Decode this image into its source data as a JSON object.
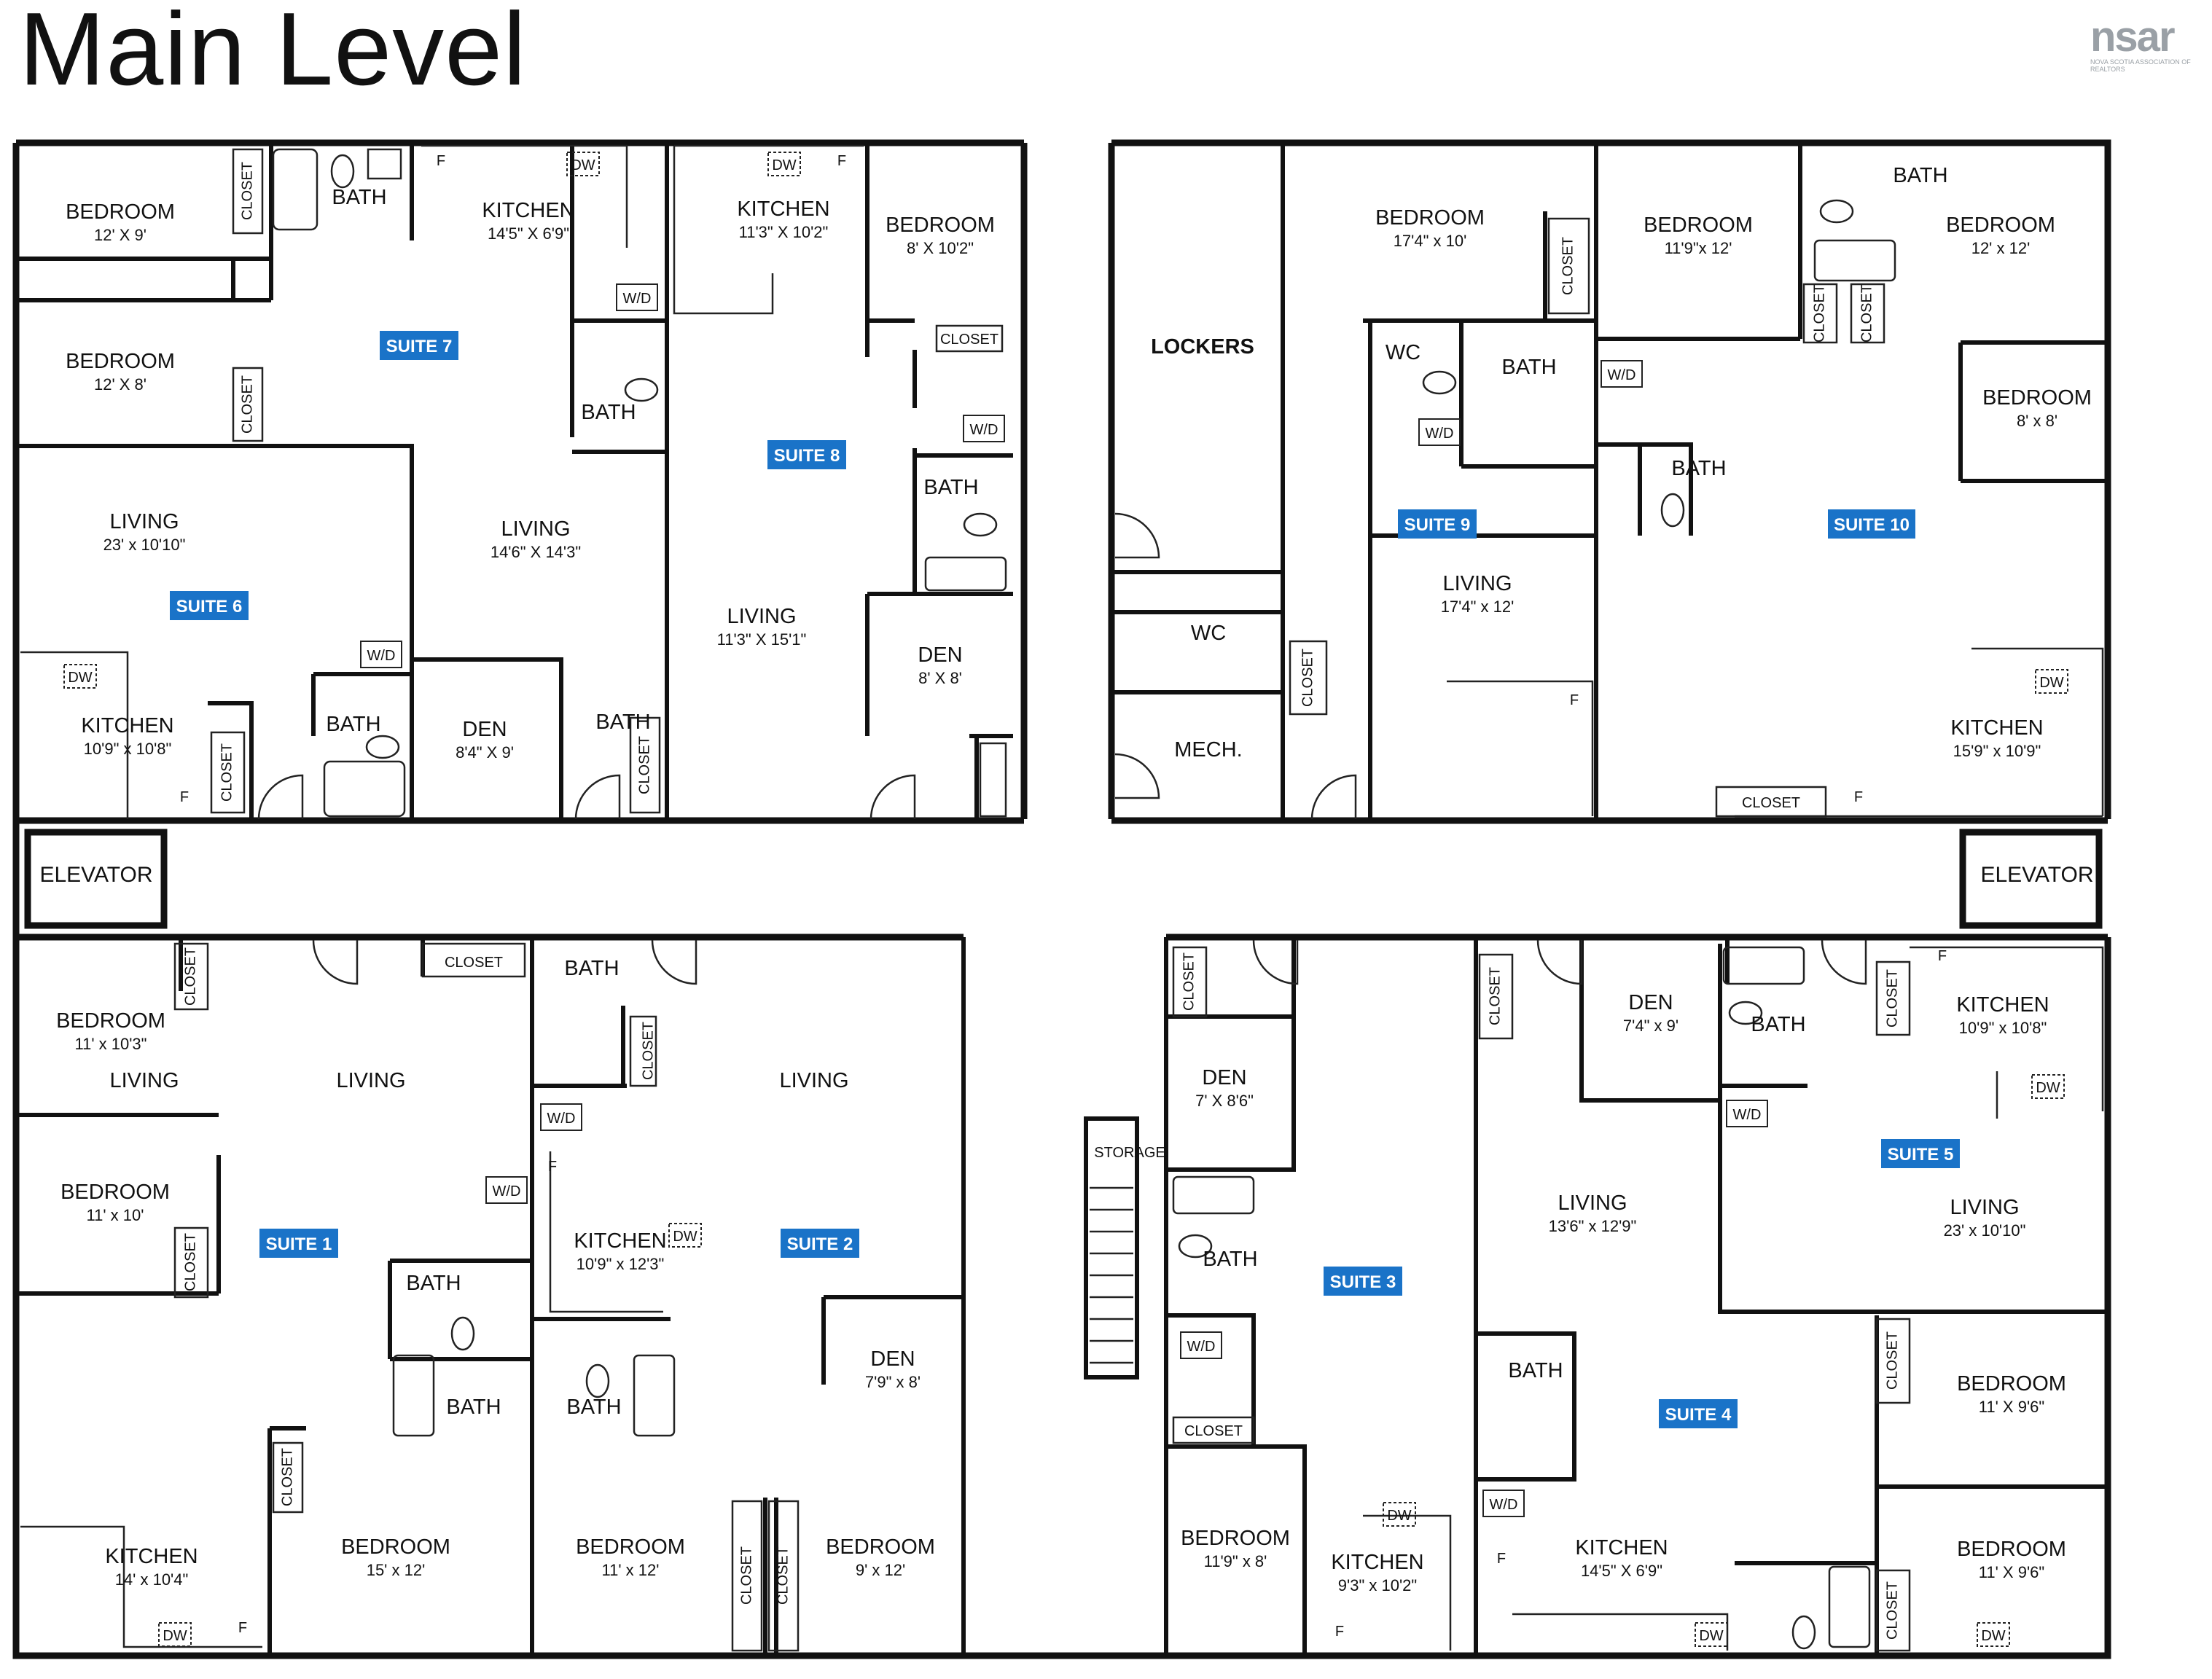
{
  "title": "Main Level",
  "logo": {
    "brand": "nsar",
    "tagline": "NOVA SCOTIA ASSOCIATION OF REALTORS"
  },
  "colors": {
    "suite_badge": "#1a73c8",
    "walls": "#111111"
  },
  "rooms": [
    {
      "name": "BEDROOM",
      "dim": "12' X 9'"
    },
    {
      "name": "BEDROOM",
      "dim": "12' X 8'"
    },
    {
      "name": "KITCHEN",
      "dim": "14'5\" X 6'9\""
    },
    {
      "name": "LIVING",
      "dim": "14'6\" X 14'3\""
    },
    {
      "name": "LIVING",
      "dim": "23' x 10'10\""
    },
    {
      "name": "KITCHEN",
      "dim": "10'9\" x 10'8\""
    },
    {
      "name": "DEN",
      "dim": "8'4\" X 9'"
    },
    {
      "name": "KITCHEN",
      "dim": "11'3\" X 10'2\""
    },
    {
      "name": "BEDROOM",
      "dim": "8' X 10'2\""
    },
    {
      "name": "LIVING",
      "dim": "11'3\" X 15'1\""
    },
    {
      "name": "DEN",
      "dim": "8' X 8'"
    },
    {
      "name": "BEDROOM",
      "dim": "17'4\" x 10'"
    },
    {
      "name": "LIVING",
      "dim": "17'4\" x 12'"
    },
    {
      "name": "BEDROOM",
      "dim": "11'9\"x 12'"
    },
    {
      "name": "BEDROOM",
      "dim": "12' x 12'"
    },
    {
      "name": "BEDROOM",
      "dim": "8' x 8'"
    },
    {
      "name": "KITCHEN",
      "dim": "15'9\" x 10'9\""
    },
    {
      "name": "BEDROOM",
      "dim": "11' x 10'3\""
    },
    {
      "name": "BEDROOM",
      "dim": "11' x 10'"
    },
    {
      "name": "KITCHEN",
      "dim": "14' x 10'4\""
    },
    {
      "name": "BEDROOM",
      "dim": "15' x 12'"
    },
    {
      "name": "KITCHEN",
      "dim": "10'9\" x 12'3\""
    },
    {
      "name": "DEN",
      "dim": "7'9\" x 8'"
    },
    {
      "name": "BEDROOM",
      "dim": "11' x 12'"
    },
    {
      "name": "BEDROOM",
      "dim": "9' x 12'"
    },
    {
      "name": "DEN",
      "dim": "7' X 8'6\""
    },
    {
      "name": "BEDROOM",
      "dim": "11'9\" x 8'"
    },
    {
      "name": "KITCHEN",
      "dim": "9'3\" x 10'2\""
    },
    {
      "name": "DEN",
      "dim": "7'4\" x 9'"
    },
    {
      "name": "LIVING",
      "dim": "13'6\" x 12'9\""
    },
    {
      "name": "KITCHEN",
      "dim": "10'9\" x 10'8\""
    },
    {
      "name": "LIVING",
      "dim": "23' x 10'10\""
    },
    {
      "name": "BEDROOM",
      "dim": "11' X 9'6\""
    },
    {
      "name": "BEDROOM",
      "dim": "11' X 9'6\""
    },
    {
      "name": "KITCHEN",
      "dim": "14'5\" X 6'9\""
    }
  ],
  "room_labels": [
    "BATH",
    "BATH",
    "BATH",
    "BATH",
    "BATH",
    "BATH",
    "BATH",
    "BATH",
    "BATH",
    "BATH",
    "BATH",
    "BATH",
    "BATH",
    "BATH",
    "BATH",
    "LIVING",
    "LIVING",
    "LIVING",
    "LOCKERS",
    "WC",
    "WC",
    "MECH.",
    "ELEVATOR",
    "ELEVATOR",
    "STORAGE"
  ],
  "fixture_labels": {
    "closet": "CLOSET",
    "washer_dryer": "W/D",
    "dishwasher": "DW",
    "fridge": "F"
  },
  "suites": [
    "SUITE 1",
    "SUITE 2",
    "SUITE 3",
    "SUITE 4",
    "SUITE 5",
    "SUITE 6",
    "SUITE 7",
    "SUITE 8",
    "SUITE 9",
    "SUITE 10"
  ]
}
